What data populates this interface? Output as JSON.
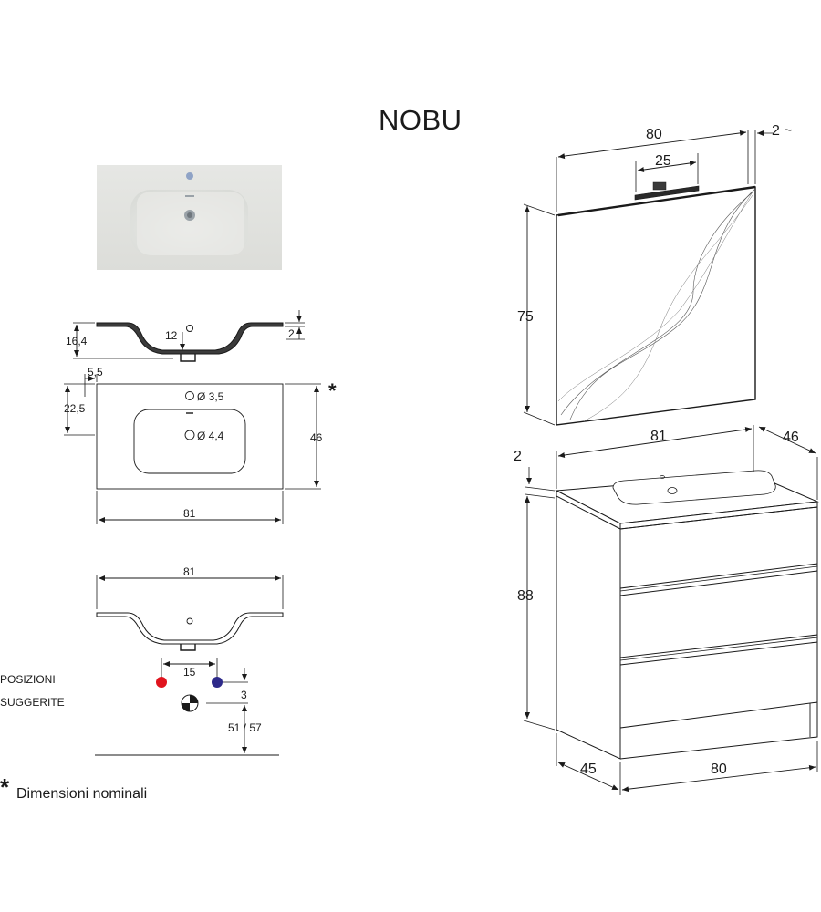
{
  "title": "NOBU",
  "suggested_positions": {
    "line1": "POSIZIONI",
    "line2": "SUGGERITE"
  },
  "footnote": {
    "symbol": "*",
    "text": "Dimensioni nominali"
  },
  "basin_top_view": {
    "asterisk": "*",
    "hole_tap": "Ø 3,5",
    "hole_drain": "Ø 4,4",
    "dim_edge": "5,5",
    "dim_hole_offset": "22,5",
    "dim_depth": "46",
    "dim_width": "81"
  },
  "basin_section": {
    "dim_height": "16,4",
    "dim_inner": "12",
    "dim_rim": "2"
  },
  "front_section": {
    "dim_width": "81",
    "dim_taps_spacing": "15",
    "dim_offset": "3",
    "dim_waste_height": "51 / 57"
  },
  "mirror": {
    "dim_width": "80",
    "dim_lamp": "25",
    "dim_depth": "2 ~",
    "dim_height": "75"
  },
  "cabinet": {
    "dim_top_width": "81",
    "dim_top_depth": "46",
    "dim_top_thickness": "2",
    "dim_height": "88",
    "dim_side_depth": "45",
    "dim_front_width": "80"
  },
  "colors": {
    "hot": "#e0141e",
    "cold": "#2e2a8a",
    "basin": "#e4e5e2",
    "line": "#1a1a1a"
  }
}
